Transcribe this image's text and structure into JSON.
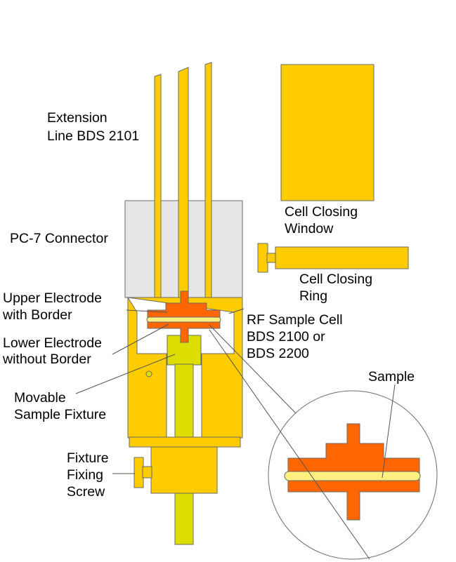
{
  "colors": {
    "gold": "#FFCC00",
    "orange": "#FF6600",
    "lime": "#DDDD00",
    "cream": "#FFF080",
    "connector": "#E6E6E6",
    "magnifier": "#FFFFFF",
    "line": "#555555"
  },
  "labels": {
    "extension_line": [
      "Extension",
      "Line BDS 2101"
    ],
    "pc7_connector": [
      "PC-7 Connector"
    ],
    "upper_electrode": [
      "Upper Electrode",
      "with Border"
    ],
    "lower_electrode": [
      "Lower Electrode",
      "without Border"
    ],
    "movable_fixture": [
      "Movable",
      "Sample Fixture"
    ],
    "fixture_screw": [
      "Fixture",
      "Fixing",
      "Screw"
    ],
    "cell_window": [
      "Cell Closing",
      "Window"
    ],
    "cell_ring": [
      "Cell Closing",
      "Ring"
    ],
    "rf_sample_cell": [
      "RF Sample Cell",
      "BDS 2100 or",
      "BDS 2200"
    ],
    "sample": [
      "Sample"
    ]
  }
}
